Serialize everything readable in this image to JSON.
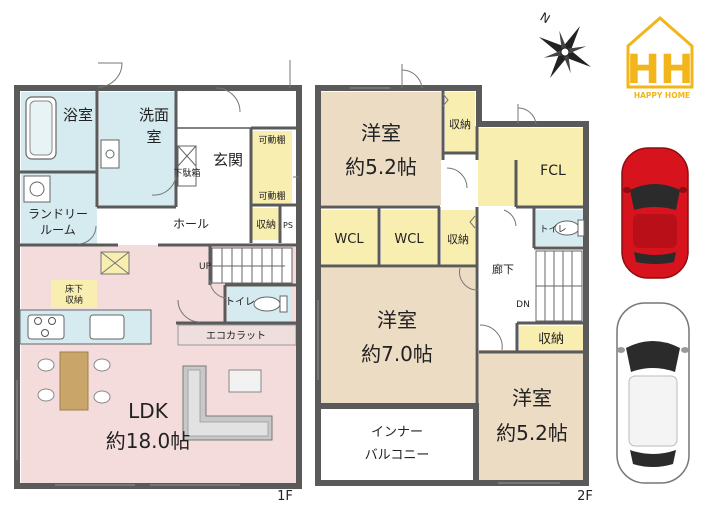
{
  "floors": {
    "f1": {
      "label": "1F",
      "rooms": {
        "bath": "浴室",
        "washroom": "洗面室",
        "entrance": "玄関",
        "shoe_closet": "下駄箱",
        "movable_shelf_top": "可動棚",
        "movable_shelf_bottom": "可動棚",
        "laundry_line1": "ランドリー",
        "laundry_line2": "ルーム",
        "hall": "ホール",
        "storage": "収納",
        "ps": "PS",
        "underfloor_line1": "床下",
        "underfloor_line2": "収納",
        "stairs_up": "UP",
        "toilet": "トイレ",
        "eco_carat": "エコカラット",
        "ldk_name": "LDK",
        "ldk_size": "約18.0帖"
      }
    },
    "f2": {
      "label": "2F",
      "rooms": {
        "western1_name": "洋室",
        "western1_size": "約5.2帖",
        "storage1": "収納",
        "fcl": "FCL",
        "wcl1": "WCL",
        "wcl2": "WCL",
        "storage2": "収納",
        "toilet": "トイレ",
        "corridor": "廊下",
        "stairs_down": "DN",
        "western2_name": "洋室",
        "western2_size": "約7.0帖",
        "storage3": "収納",
        "western3_name": "洋室",
        "western3_size": "約5.2帖",
        "inner_balcony_line1": "インナー",
        "inner_balcony_line2": "バルコニー"
      }
    }
  },
  "compass": {
    "north": "N"
  },
  "logo": {
    "monogram": "HH",
    "text": "HAPPY HOME",
    "color": "#f2b51b"
  },
  "colors": {
    "wet_area": "#d6ebef",
    "ldk": "#f5dcdc",
    "western": "#ecdcc4",
    "storage": "#f8eeb0",
    "wall": "#5a5a5a",
    "red_car": "#d7141e",
    "white_car": "#ffffff"
  }
}
